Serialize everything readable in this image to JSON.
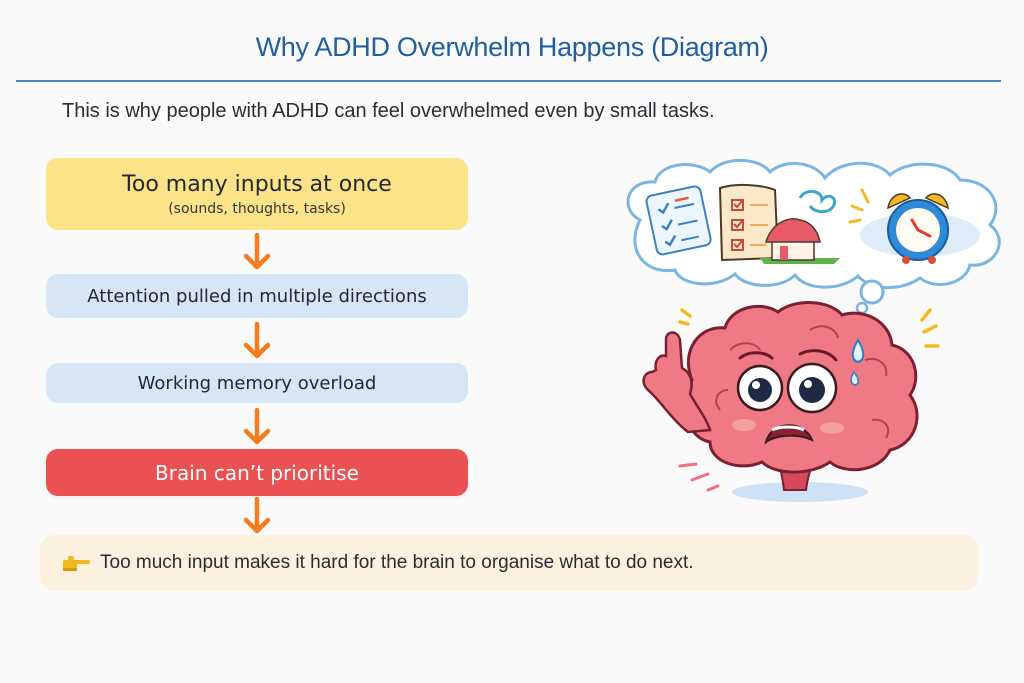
{
  "header": {
    "title": "Why ADHD Overwhelm Happens (Diagram)",
    "subtitle": "This is why people with ADHD can feel overwhelmed even by small tasks."
  },
  "flow": {
    "steps": [
      {
        "label": "Too many inputs at once",
        "sublabel": "(sounds, thoughts, tasks)",
        "color": "#fbe387"
      },
      {
        "label": "Attention pulled in multiple directions",
        "color": "#d6e6f6"
      },
      {
        "label": "Working memory overload",
        "color": "#d6e6f6"
      },
      {
        "label": "Brain can’t prioritise",
        "color": "#e95153"
      }
    ],
    "arrow_color": "#f47b20",
    "arrow_icon": "arrow-down-icon"
  },
  "conclusion": {
    "icon": "pointing-hand-icon",
    "text": "Too much input makes it hard for the brain to organise what to do next.",
    "background": "#fcf1df"
  },
  "illustration": {
    "subject": "stressed-brain-character",
    "thought_bubble_items": [
      "checklist-icon",
      "task-list-icon",
      "house-icon",
      "alarm-clock-icon"
    ]
  },
  "colors": {
    "title": "#1f5f9e",
    "rule": "#4a86bf",
    "background": "#fbfafb"
  }
}
